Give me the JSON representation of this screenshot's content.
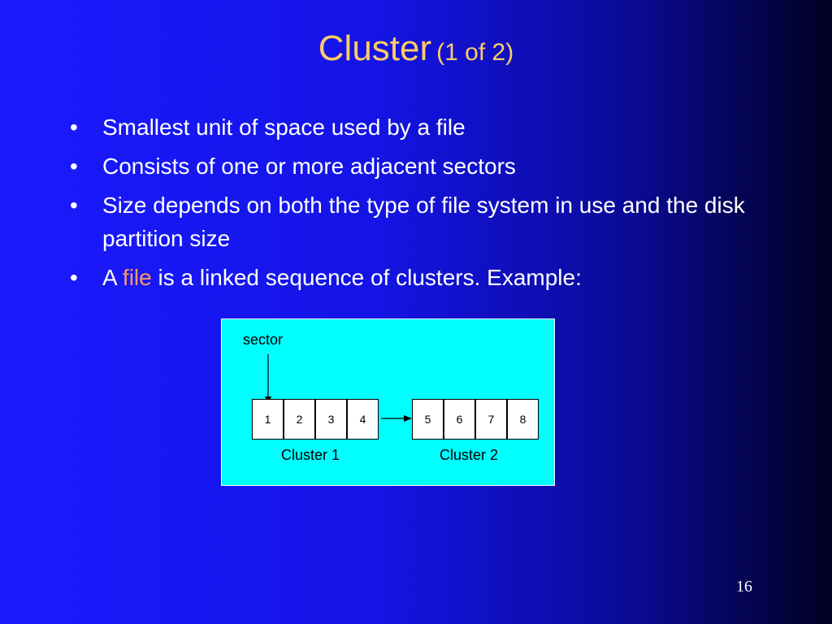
{
  "slide": {
    "title": "Cluster",
    "title_sub": "(1 of 2)",
    "page_number": "16",
    "bullet_marker": "•",
    "colors": {
      "background": "#1a1aff",
      "title": "#ffcc66",
      "highlight": "#ff9966",
      "diagram_background": "#00ffff"
    }
  },
  "bullets": [
    {
      "text": "Smallest unit of space used by a file"
    },
    {
      "text": "Consists of one or more adjacent sectors"
    },
    {
      "text": "Size depends on both the type of file system in use and the disk partition size"
    },
    {
      "prefix": "A ",
      "highlight": "file",
      "suffix": " is a linked sequence of clusters. Example:"
    }
  ],
  "diagram": {
    "sector_label": "sector",
    "clusters": [
      {
        "label": "Cluster 1",
        "sectors": [
          "1",
          "2",
          "3",
          "4"
        ]
      },
      {
        "label": "Cluster 2",
        "sectors": [
          "5",
          "6",
          "7",
          "8"
        ]
      }
    ]
  }
}
